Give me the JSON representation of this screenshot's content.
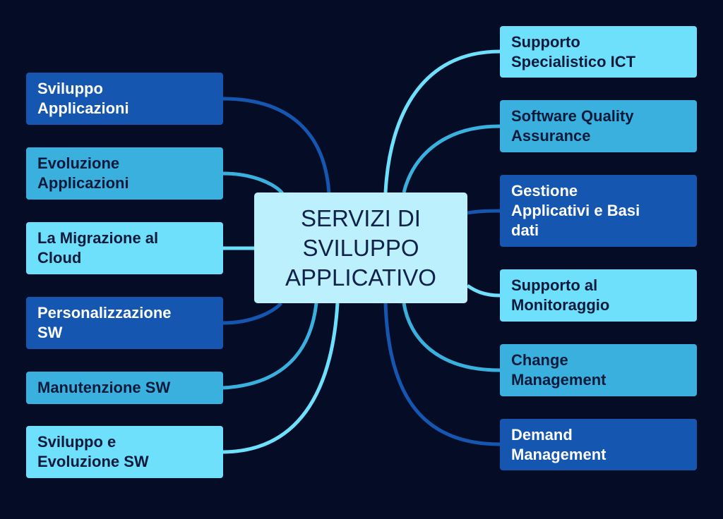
{
  "center": {
    "label": "SERVIZI DI\nSVILUPPO\nAPPLICATIVO"
  },
  "left_nodes": [
    {
      "label": "Sviluppo\nApplicazioni",
      "color": "#1456b0"
    },
    {
      "label": "Evoluzione\nApplicazioni",
      "color": "#3ab0de"
    },
    {
      "label": "La Migrazione al\nCloud",
      "color": "#6ee0fc"
    },
    {
      "label": "Personalizzazione\nSW",
      "color": "#1456b0"
    },
    {
      "label": "Manutenzione SW",
      "color": "#3ab0de"
    },
    {
      "label": "Sviluppo e\nEvoluzione SW",
      "color": "#6ee0fc"
    }
  ],
  "right_nodes": [
    {
      "label": "Supporto\nSpecialistico ICT",
      "color": "#6ee0fc"
    },
    {
      "label": "Software Quality\nAssurance",
      "color": "#3ab0de"
    },
    {
      "label": "Gestione\nApplicativi e Basi\ndati",
      "color": "#1456b0"
    },
    {
      "label": "Supporto al\nMonitoraggio",
      "color": "#6ee0fc"
    },
    {
      "label": "Change\nManagement",
      "color": "#3ab0de"
    },
    {
      "label": "Demand\nManagement",
      "color": "#1456b0"
    }
  ],
  "colors": {
    "background": "#050c26",
    "center": "#bdf0fd"
  }
}
